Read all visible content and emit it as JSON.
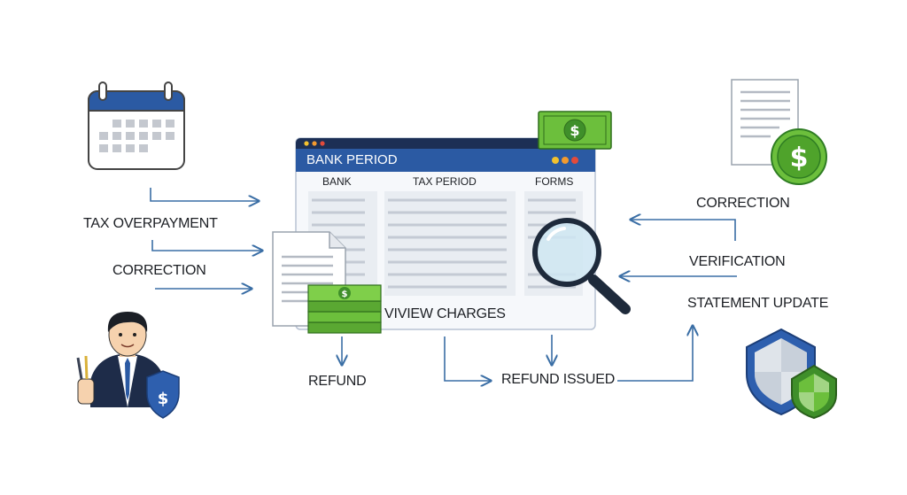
{
  "window": {
    "title": "BANK PERIOD",
    "columns": [
      "BANK",
      "TAX PERIOD",
      "FORMS"
    ],
    "footer_label": "VIVIEW CHARGES"
  },
  "labels": {
    "tax_overpayment": "TAX OVERPAYMENT",
    "correction_left": "CORRECTION",
    "refund": "REFUND",
    "refund_issued": "REFUND ISSUED",
    "correction_right": "CORRECTION",
    "verification": "VERIFICATION",
    "statement_update": "STATEMENT UPDATE"
  },
  "icons": {
    "calendar": "calendar-icon",
    "document_left": "document-icon",
    "money_stack": "money-stack-icon",
    "money_bill": "money-bill-icon",
    "magnifier": "magnifying-glass-icon",
    "document_right": "document-icon",
    "coin": "dollar-coin-icon",
    "person": "businessman-icon",
    "shield_person": "dollar-shield-icon",
    "shields": "security-shields-icon"
  },
  "colors": {
    "window_header": "#2b5aa3",
    "arrow": "#3a6ea5",
    "money_green": "#6cbf3c",
    "dark_green": "#2f7d23",
    "shield_blue": "#2e5fae"
  },
  "window_dots": [
    "#f3c12f",
    "#f39a2f",
    "#e24b3b"
  ]
}
